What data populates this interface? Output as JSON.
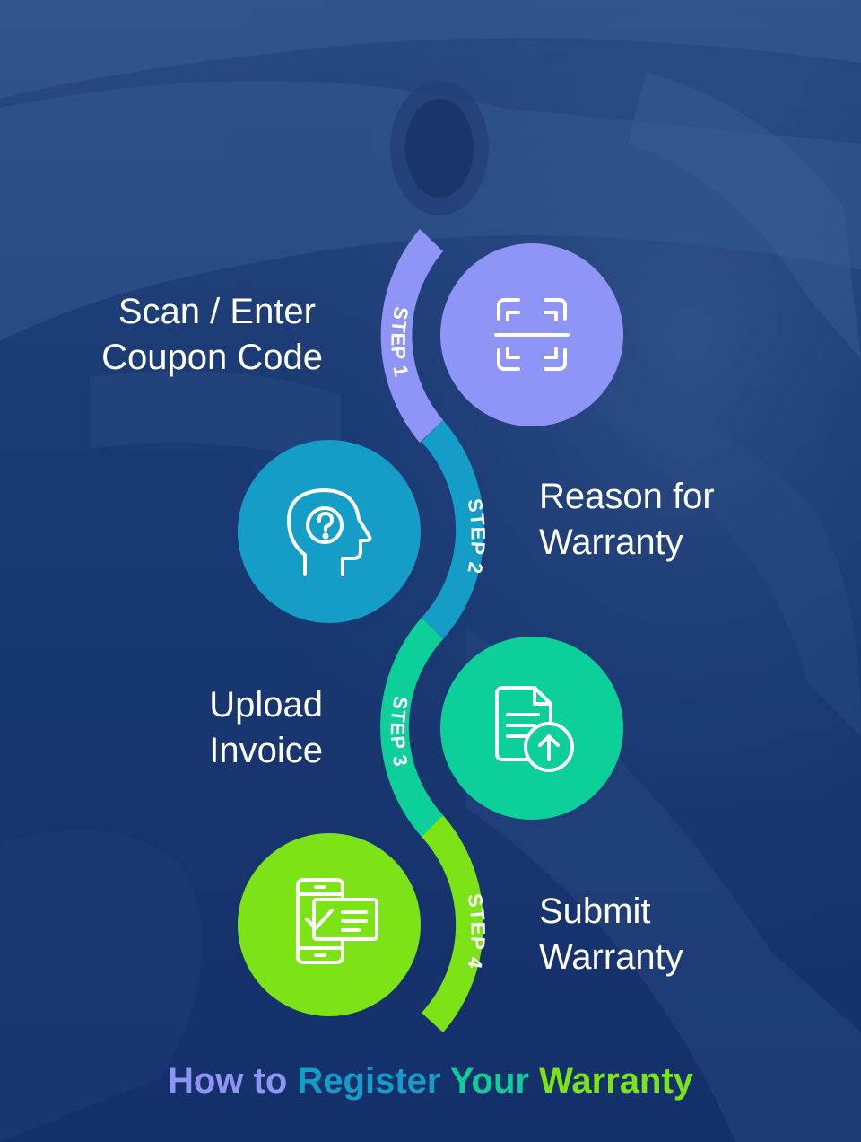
{
  "steps": [
    {
      "tag": "STEP 1",
      "label_line1": "Scan / Enter",
      "label_line2": "Coupon Code",
      "icon": "qr-scan-icon",
      "color": "#8e95f7"
    },
    {
      "tag": "STEP 2",
      "label_line1": "Reason for",
      "label_line2": "Warranty",
      "icon": "head-question-icon",
      "color": "#149dc6"
    },
    {
      "tag": "STEP 3",
      "label_line1": "Upload",
      "label_line2": "Invoice",
      "icon": "document-upload-icon",
      "color": "#0ccf9a"
    },
    {
      "tag": "STEP 4",
      "label_line1": "Submit",
      "label_line2": "Warranty",
      "icon": "phone-check-icon",
      "color": "#7ce317"
    }
  ],
  "title": {
    "part1": "How to ",
    "part2": "Register ",
    "part3": "Your ",
    "part4": "Warranty",
    "colors": [
      "#8e95f7",
      "#149dc6",
      "#0ccf9a",
      "#7ce317"
    ]
  },
  "background_color": "#16336b"
}
